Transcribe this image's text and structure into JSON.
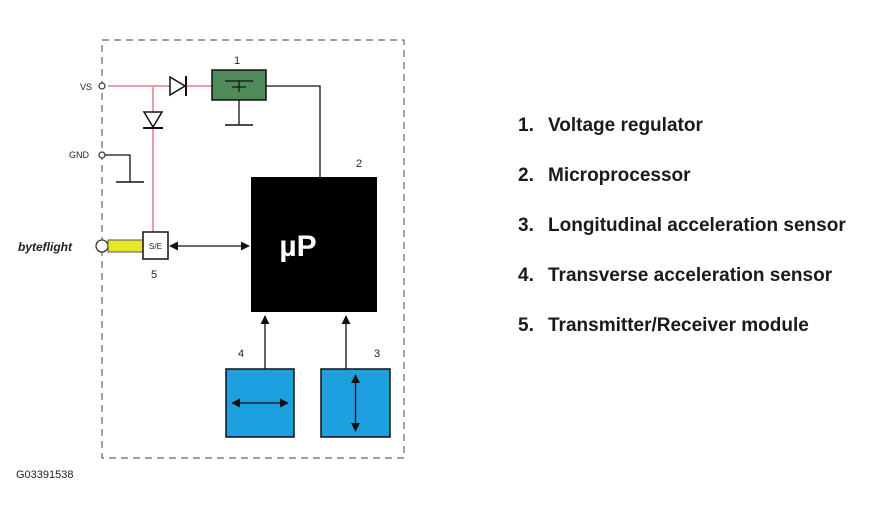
{
  "diagram": {
    "pins": {
      "vs": "VS",
      "gnd": "GND"
    },
    "bus_label": "byteflight",
    "transceiver_label": "S/E",
    "microprocessor_label": "µP",
    "callouts": {
      "c1": "1",
      "c2": "2",
      "c3": "3",
      "c4": "4",
      "c5": "5"
    },
    "colors": {
      "power_line": "#e8a0a8",
      "regulator": "#4f8a5a",
      "sensor": "#1da0e0",
      "processor": "#000000",
      "bus": "#e6e62a"
    }
  },
  "legend": [
    {
      "num": "1.",
      "text": "Voltage regulator"
    },
    {
      "num": "2.",
      "text": "Microprocessor"
    },
    {
      "num": "3.",
      "text": "Longitudinal acceleration sensor"
    },
    {
      "num": "4.",
      "text": "Transverse acceleration sensor"
    },
    {
      "num": "5.",
      "text": "Transmitter/Receiver module"
    }
  ],
  "figure_id": "G03391538"
}
